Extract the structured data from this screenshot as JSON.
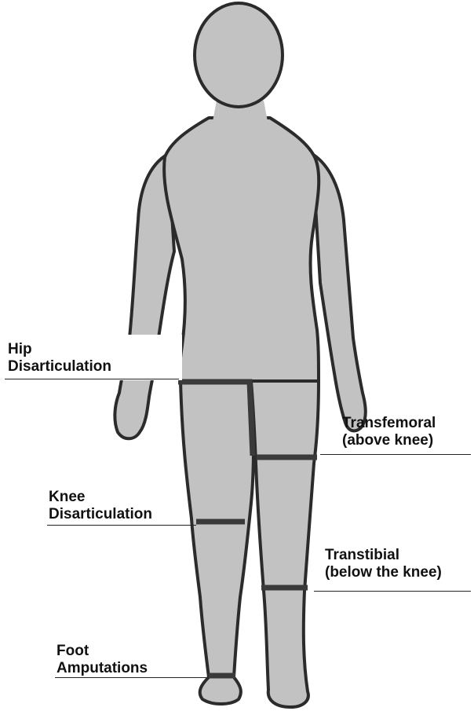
{
  "labels": {
    "hip": {
      "line1": "Hip",
      "line2": "Disarticulation"
    },
    "knee": {
      "line1": "Knee",
      "line2": "Disarticulation"
    },
    "foot": {
      "line1": "Foot",
      "line2": "Amputations"
    },
    "transfemoral": {
      "line1": "Transfemoral",
      "line2": "(above knee)"
    },
    "transtibial": {
      "line1": "Transtibial",
      "line2": "(below the knee)"
    }
  },
  "colors": {
    "body_fill": "#c2c2c2",
    "body_outline": "#2b2b2b",
    "band": "#3a3a3a",
    "text": "#111111"
  }
}
